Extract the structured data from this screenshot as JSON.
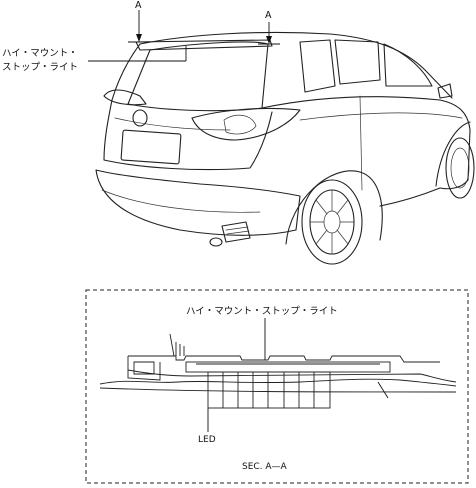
{
  "figure": {
    "section_marker": "A",
    "callout_label_line1": "ハイ・マウント・",
    "callout_label_line2": "ストップ・ライト",
    "detail": {
      "part_label": "ハイ・マウント・ストップ・ライト",
      "led_label": "LED",
      "section_caption": "SEC. A—A"
    }
  }
}
